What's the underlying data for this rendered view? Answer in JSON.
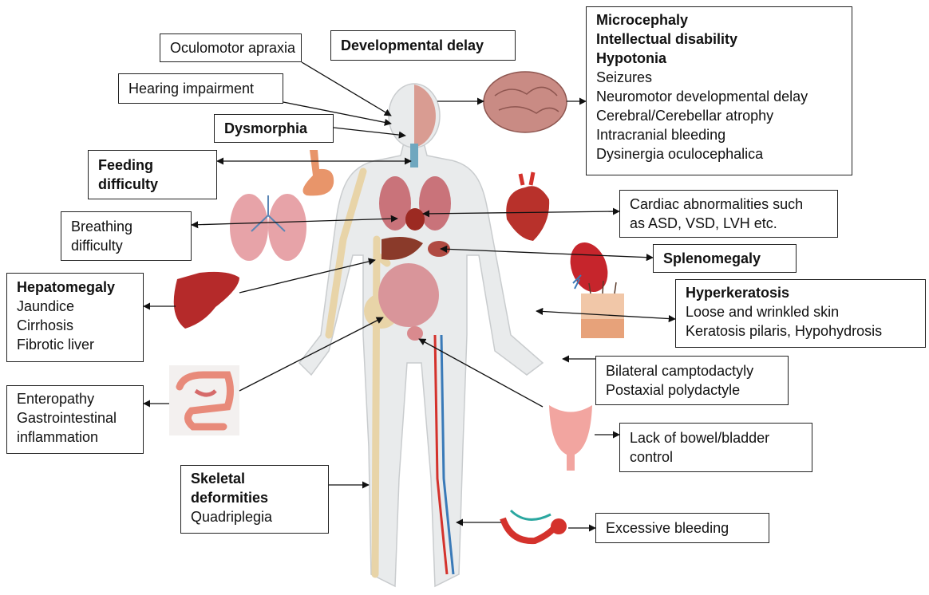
{
  "boxes": {
    "oculomotor": [
      "Oculomotor apraxia"
    ],
    "developmental": [
      "Developmental delay"
    ],
    "brain": [
      "Microcephaly",
      "Intellectual disability",
      "Hypotonia",
      "Seizures",
      "Neuromotor developmental delay",
      "Cerebral/Cerebellar atrophy",
      "Intracranial bleeding",
      "Dysinergia oculocephalica"
    ],
    "hearing": [
      "Hearing impairment"
    ],
    "dysmorphia": [
      "Dysmorphia"
    ],
    "feeding": [
      "Feeding",
      "difficulty"
    ],
    "cardiac": [
      "Cardiac abnormalities such",
      "as ASD, VSD, LVH etc."
    ],
    "breathing": [
      "Breathing",
      "difficulty"
    ],
    "splenomegaly": [
      "Splenomegaly"
    ],
    "hepatomegaly": [
      "Hepatomegaly",
      "Jaundice",
      "Cirrhosis",
      "Fibrotic liver"
    ],
    "hyperkeratosis": [
      "Hyperkeratosis",
      "Loose and wrinkled skin",
      "Keratosis pilaris, Hypohydrosis"
    ],
    "hands": [
      "Bilateral camptodactyly",
      "Postaxial polydactyle"
    ],
    "enteropathy": [
      "Enteropathy",
      "Gastrointestinal",
      "inflammation"
    ],
    "bladder": [
      "Lack of bowel/bladder",
      "control"
    ],
    "skeletal": [
      "Skeletal",
      "deformities",
      "Quadriplegia"
    ],
    "bleeding": [
      "Excessive bleeding"
    ]
  },
  "colors": {
    "skin": "#e9ebec",
    "skeleton": "#e8d4a8",
    "organ": "#c9737a",
    "brain": "#c98b84",
    "liver": "#b52a2a",
    "artery": "#d4322c",
    "vein": "#3a7ab8"
  }
}
